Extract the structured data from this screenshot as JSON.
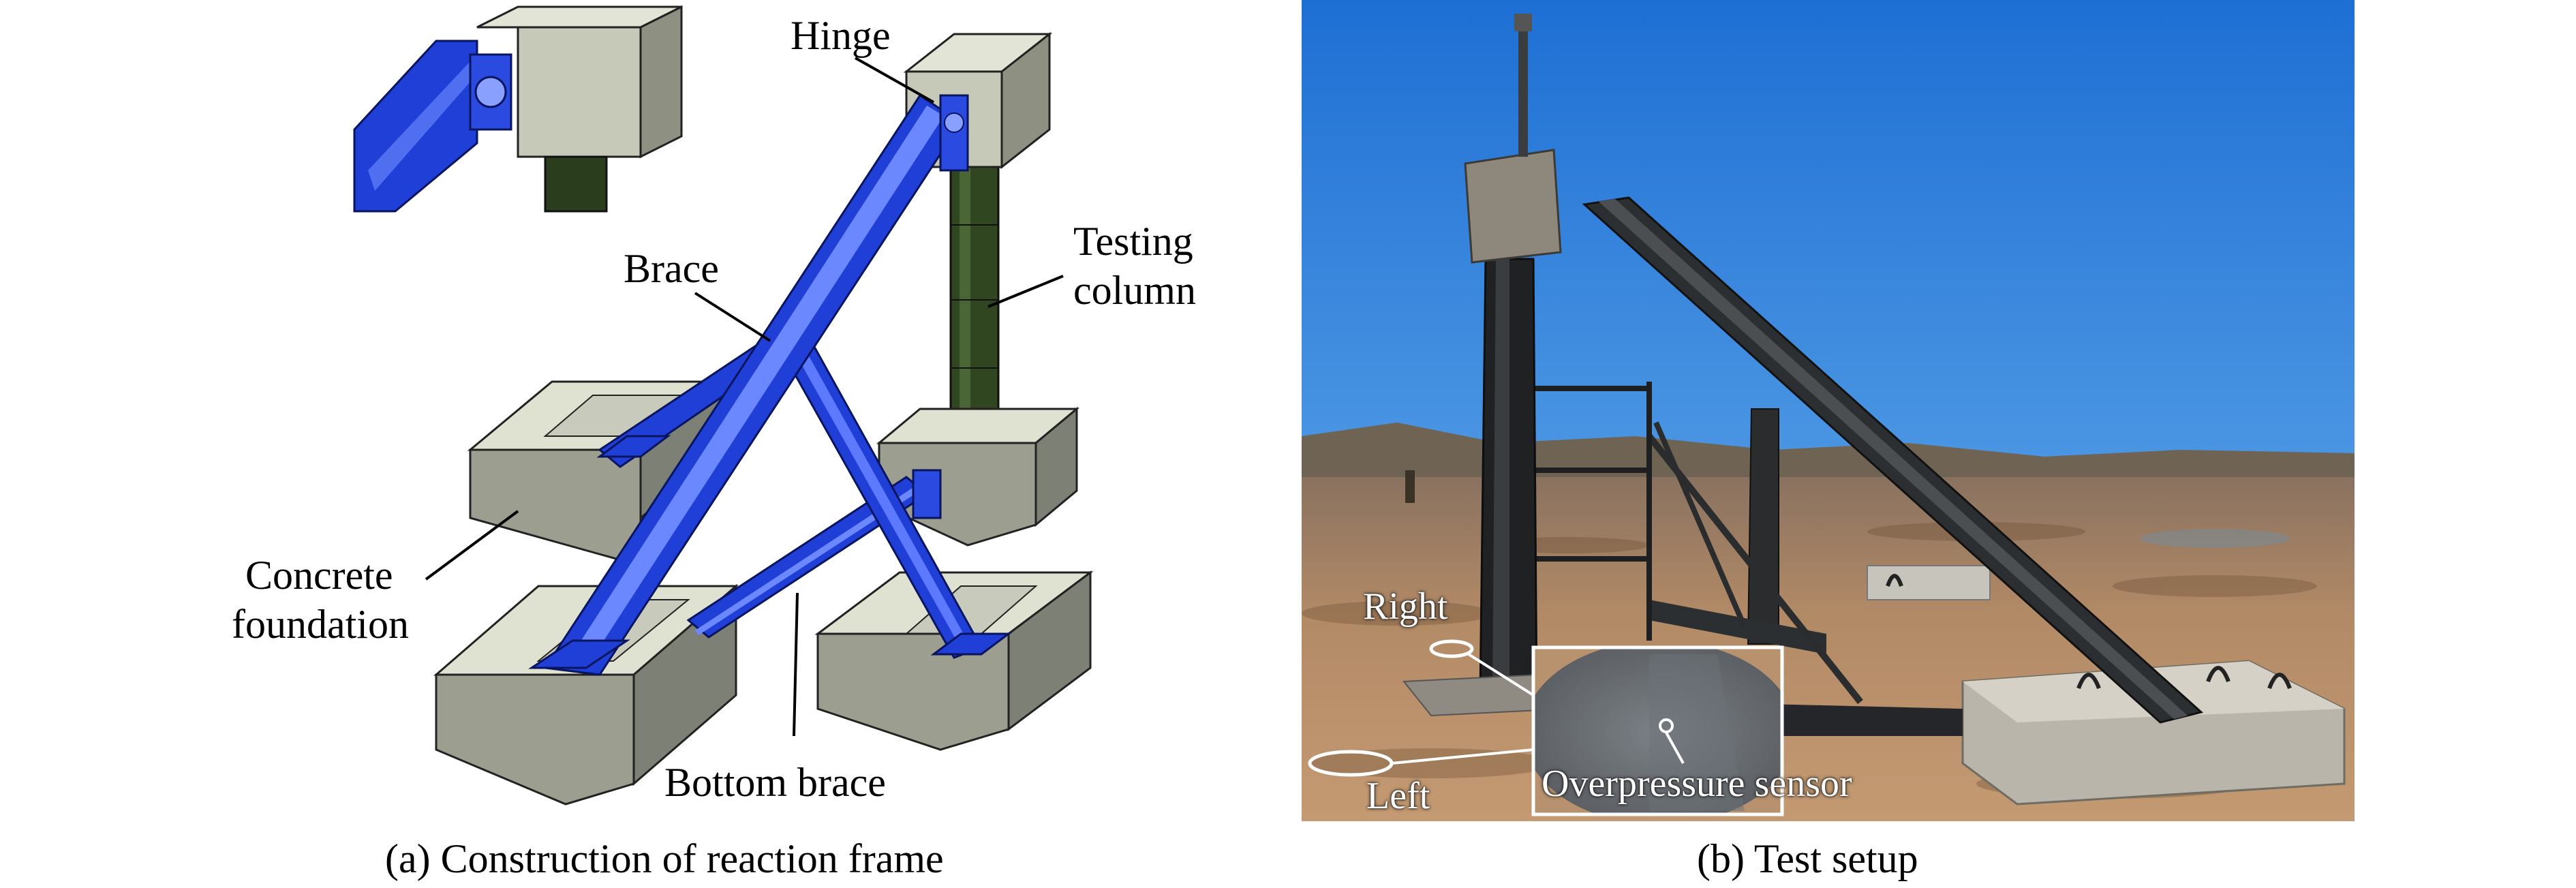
{
  "panel_a": {
    "caption": "(a) Construction  of  reaction  frame",
    "labels": {
      "hinge": "Hinge",
      "brace": "Brace",
      "testing_column_1": "Testing",
      "testing_column_2": "column",
      "concrete_foundation_1": "Concrete",
      "concrete_foundation_2": "foundation",
      "bottom_brace": "Bottom brace"
    }
  },
  "panel_b": {
    "caption": "(b) Test setup",
    "labels": {
      "right": "Right",
      "left": "Left",
      "overpressure_sensor": "Overpressure sensor"
    }
  },
  "colors": {
    "steel_blue": "#1f3fd6",
    "steel_blue_dark": "#0f1f8a",
    "concrete_light": "#d4d8c6",
    "concrete_mid": "#a8ab9c",
    "concrete_dark": "#6f7269",
    "column_green": "#2a3d1c",
    "sky": "#2f7fd8",
    "ground": "#b78a62"
  }
}
